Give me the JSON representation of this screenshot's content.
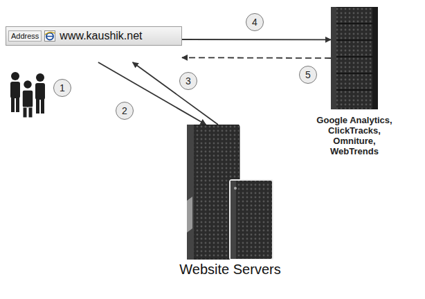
{
  "diagram": {
    "nodes": [
      {
        "text": [
          "Address",
          "www.kaushik.net"
        ]
      },
      {
        "text": [
          "Google Analytics, ClickTracks, Omniture, WebTrends"
        ]
      },
      {
        "text": [
          "Website Servers"
        ]
      }
    ],
    "edges": [
      {
        "from": 0,
        "to": 2,
        "arrow": "to"
      },
      {
        "from": 2,
        "to": 0,
        "arrow": "to"
      },
      {
        "from": 0,
        "to": 1,
        "arrow": "to"
      },
      {
        "from": 1,
        "to": 0,
        "arrow": "to"
      }
    ],
    "labels": [
      "1",
      "2",
      "3",
      "4",
      "5"
    ]
  }
}
